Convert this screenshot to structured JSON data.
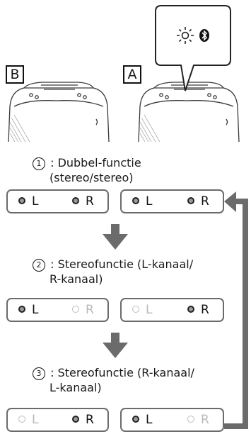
{
  "speakers": {
    "b_label": "B",
    "a_label": "A"
  },
  "callout": {
    "icons": [
      "blinking-light-icon",
      "bluetooth-icon"
    ]
  },
  "modes": [
    {
      "number": "1",
      "title_line1": "Dubbel-functie",
      "title_line2": "(stereo/stereo)",
      "left_panel": {
        "first": "L",
        "second": "R",
        "lit": [
          "L",
          "R"
        ]
      },
      "right_panel": {
        "first": "L",
        "second": "R",
        "lit": [
          "L",
          "R"
        ]
      }
    },
    {
      "number": "2",
      "title_line1": "Stereofunctie (L-kanaal/",
      "title_line2": "R-kanaal)",
      "left_panel": {
        "first": "L",
        "second": "R",
        "lit": [
          "L"
        ]
      },
      "right_panel": {
        "first": "L",
        "second": "R",
        "lit": [
          "R"
        ]
      }
    },
    {
      "number": "3",
      "title_line1": "Stereofunctie (R-kanaal/",
      "title_line2": "L-kanaal)",
      "left_panel": {
        "first": "L",
        "second": "R",
        "lit": [
          "R"
        ]
      },
      "right_panel": {
        "first": "L",
        "second": "R",
        "lit": [
          "L"
        ]
      }
    }
  ],
  "colors": {
    "arrow": "#6b6b6b",
    "panel_border": "#6b6b6b",
    "indicator_on": "#111111",
    "indicator_off": "#b9b9b9"
  }
}
